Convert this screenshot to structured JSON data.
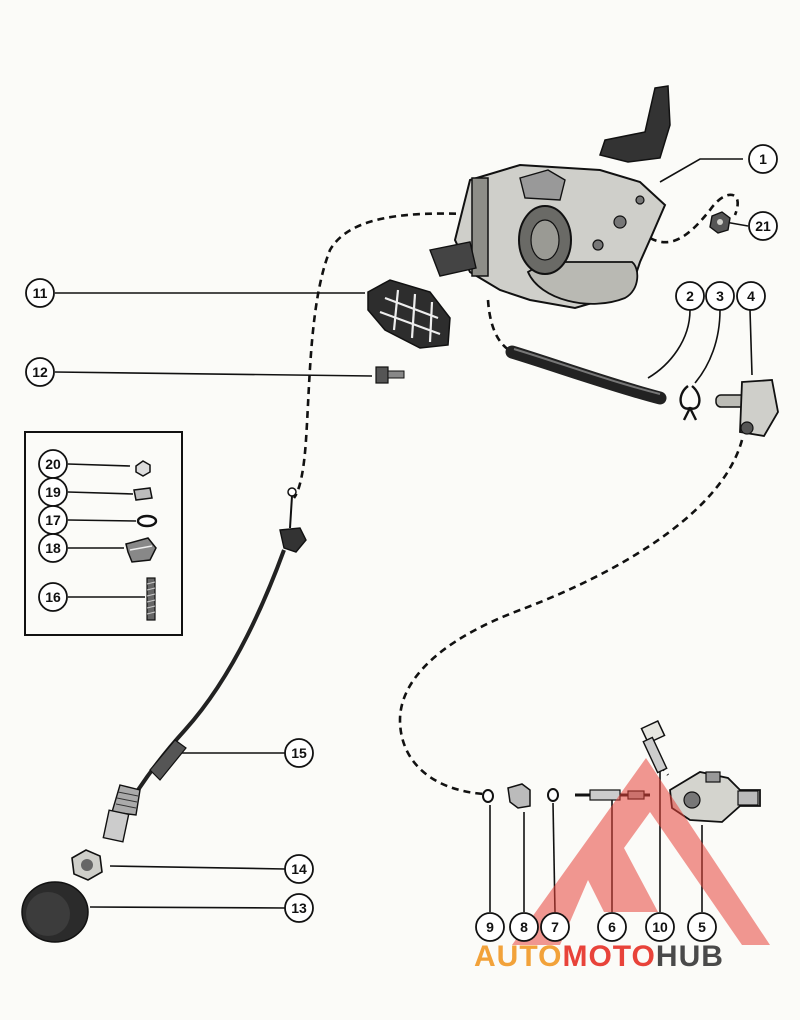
{
  "diagram": {
    "callouts": {
      "c1": "1",
      "c2": "2",
      "c3": "3",
      "c4": "4",
      "c5": "5",
      "c6": "6",
      "c7": "7",
      "c8": "8",
      "c9": "9",
      "c10": "10",
      "c11": "11",
      "c12": "12",
      "c13": "13",
      "c14": "14",
      "c15": "15",
      "c16": "16",
      "c17": "17",
      "c18": "18",
      "c19": "19",
      "c20": "20",
      "c21": "21"
    }
  },
  "watermark": {
    "part1": "AUTO",
    "part2": "MOTO",
    "part3": "HUB",
    "colors": {
      "orange": "#f2a23a",
      "red": "#e8433a",
      "gray": "#4a4a4a"
    }
  }
}
